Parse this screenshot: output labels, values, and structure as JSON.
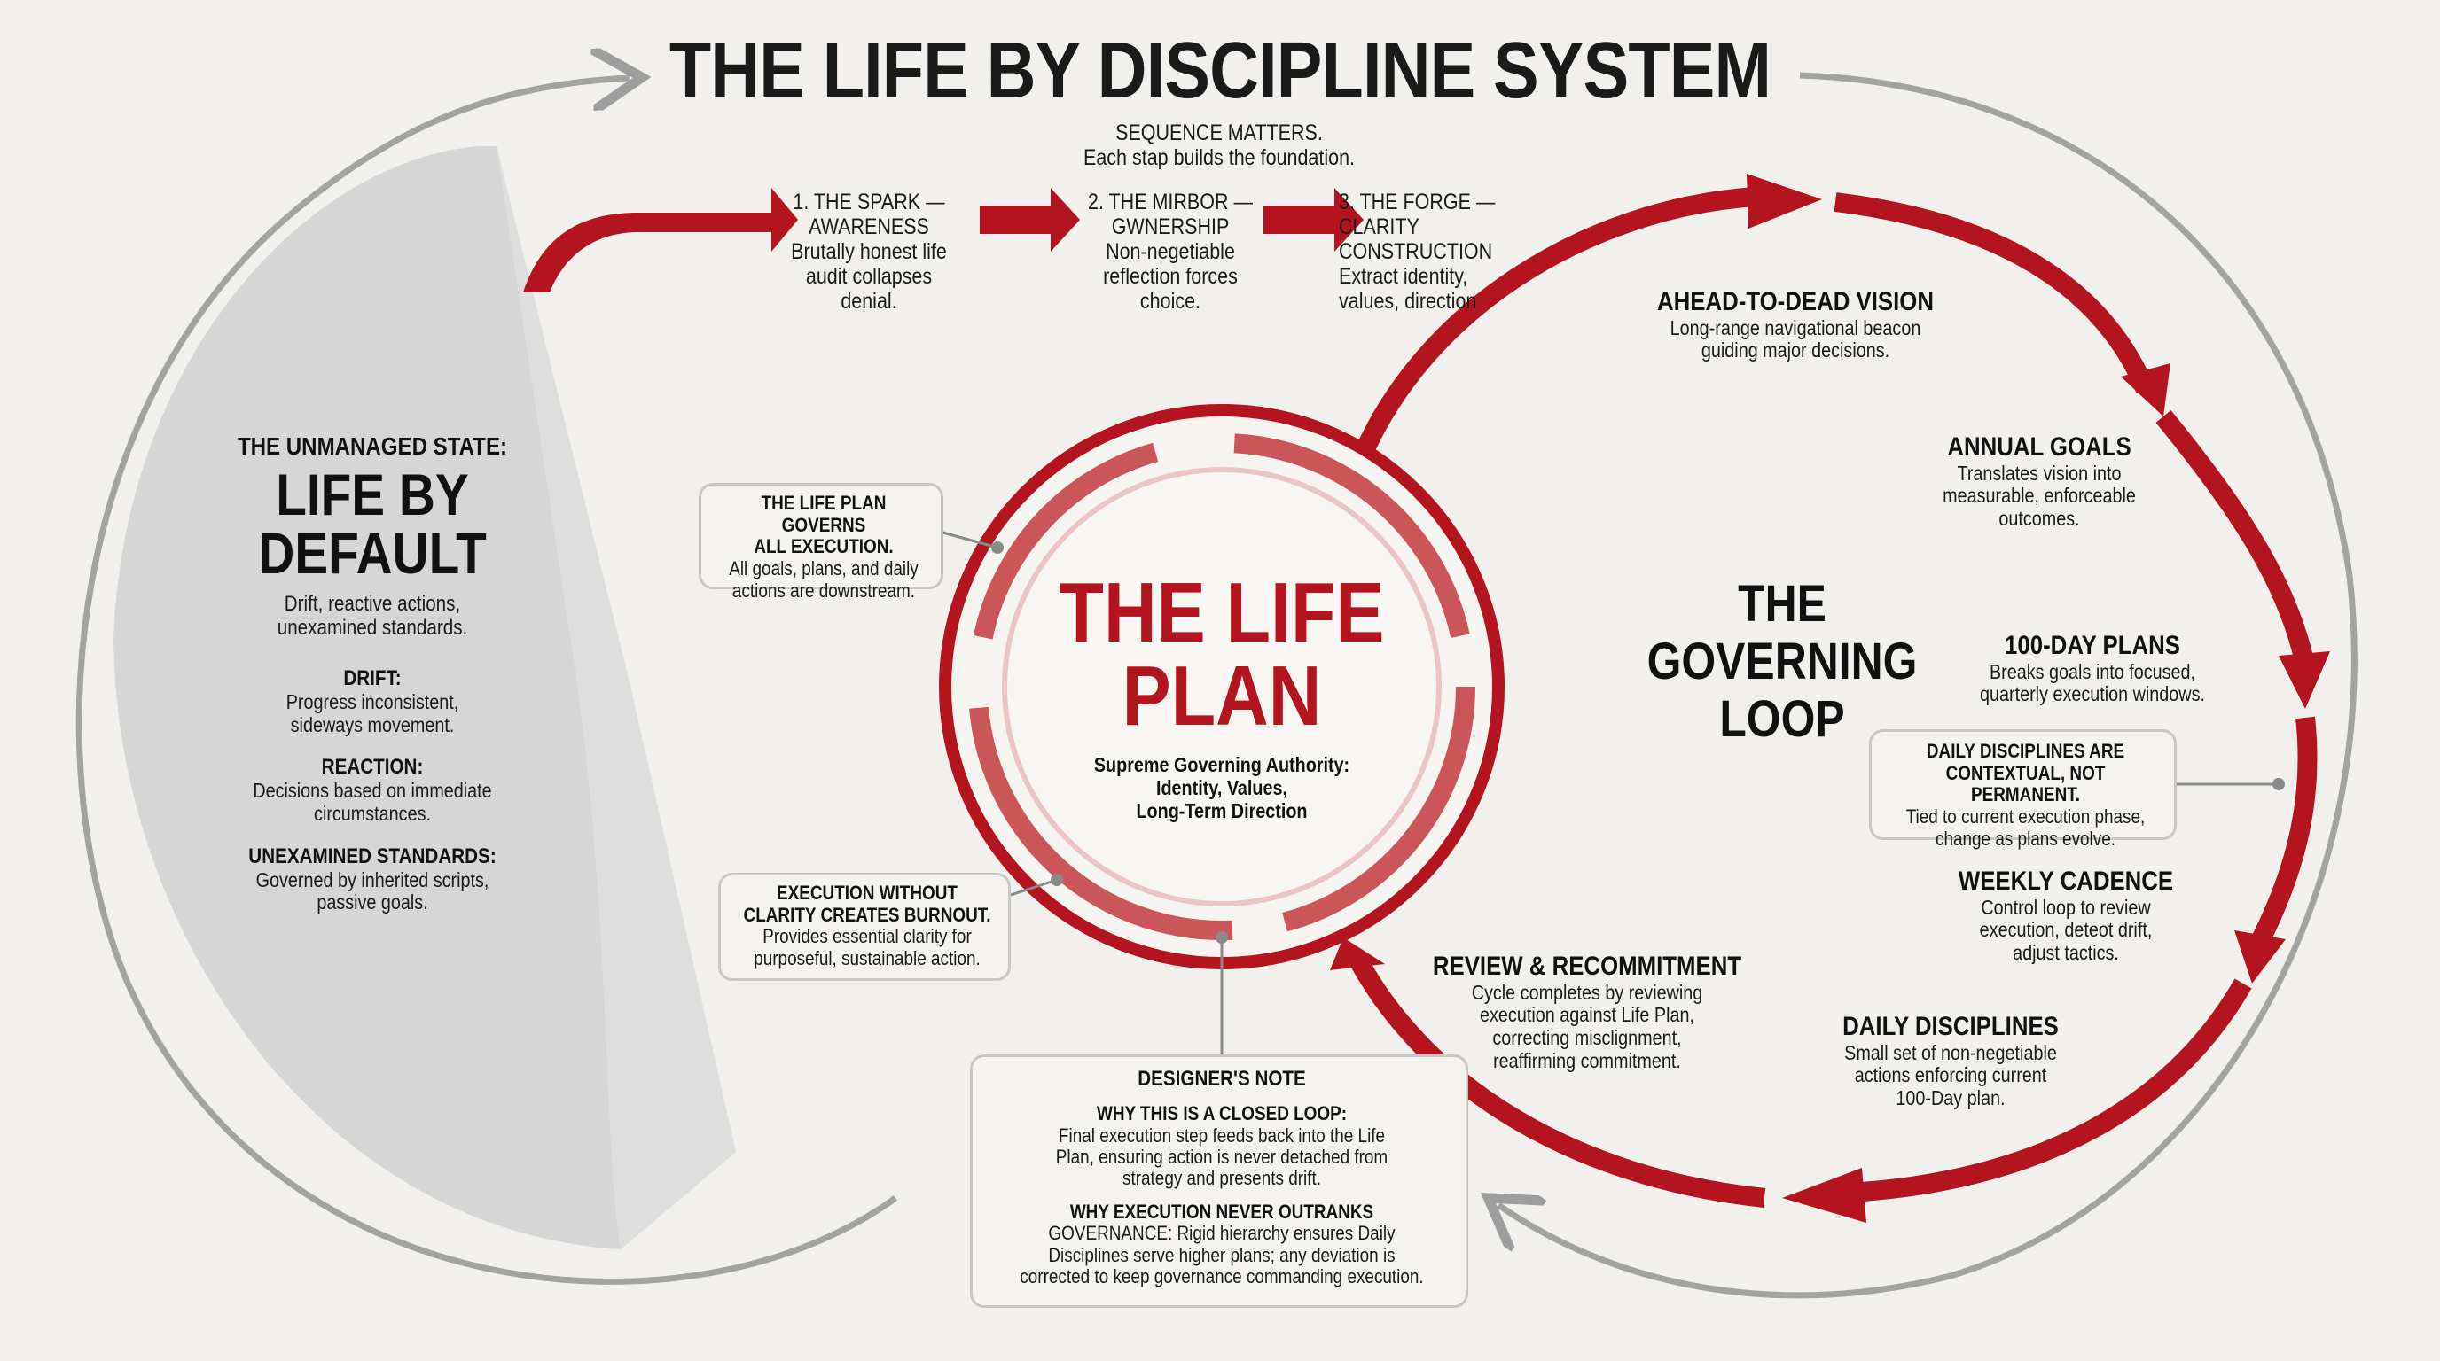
{
  "title": "THE LIFE BY DISCIPLINE SYSTEM",
  "sequence": {
    "heading": "SEQUENCE MATTERS.",
    "subheading": "Each stap builds the foundation.",
    "steps": [
      {
        "title": "1. THE SPARK —",
        "title2": "AWARENESS",
        "body": "Brutally honest life",
        "body2": "audit collapses denial."
      },
      {
        "title": "2. THE MIRBOR —",
        "title2": "GWNERSHIP",
        "body": "Non-negetiable",
        "body2": "reflection forces choice."
      },
      {
        "title": "3. THE FORGE —",
        "title2": "CLARITY CONSTRUCTION",
        "body": "Extract identity,",
        "body2": "values, direction"
      }
    ]
  },
  "unmanaged": {
    "label": "THE UNMANAGED STATE:",
    "title_line1": "LIFE BY",
    "title_line2": "DEFAULT",
    "desc_line1": "Drift, reactive actions,",
    "desc_line2": "unexamined standards.",
    "items": [
      {
        "title": "DRIFT:",
        "l1": "Progress inconsistent,",
        "l2": "sideways movement."
      },
      {
        "title": "REACTION:",
        "l1": "Decisions based on immediate",
        "l2": "circumstances."
      },
      {
        "title": "UNEXAMINED STANDARDS:",
        "l1": "Governed by inherited scripts,",
        "l2": "passive goals."
      }
    ]
  },
  "life_plan": {
    "title_line1": "THE LIFE",
    "title_line2": "PLAN",
    "sub_line1": "Supreme Governing Authority:",
    "sub_line2": "Identity, Values,",
    "sub_line3": "Long-Term Direction"
  },
  "callouts": {
    "governs": {
      "l1": "THE LIFE PLAN GOVERNS",
      "l2": "ALL EXECUTION.",
      "l3": "All goals, plans, and daily",
      "l4": "actions are downstream."
    },
    "burnout": {
      "l1": "EXECUTION WITHOUT",
      "l2": "CLARITY CREATES BURNOUT.",
      "l3": "Provides essential clarity for",
      "l4": "purposeful, sustainable action."
    },
    "daily": {
      "l1": "DAILY DISCIPLINES ARE",
      "l2": "CONTEXTUAL, NOT PERMANENT.",
      "l3": "Tied to current execution phase,",
      "l4": "change as plans evolve."
    }
  },
  "loop": {
    "title_line1": "THE",
    "title_line2": "GOVERNING",
    "title_line3": "LOOP",
    "stages": [
      {
        "title": "AHEAD-TO-DEAD VISION",
        "l1": "Long-range navigational beacon",
        "l2": "guiding major decisions.",
        "l3": ""
      },
      {
        "title": "ANNUAL GOALS",
        "l1": "Translates vision into",
        "l2": "measurable, enforceable",
        "l3": "outcomes."
      },
      {
        "title": "100-DAY PLANS",
        "l1": "Breaks goals into focused,",
        "l2": "quarterly execution windows.",
        "l3": ""
      },
      {
        "title": "WEEKLY CADENCE",
        "l1": "Control loop to review",
        "l2": "execution, deteot drift,",
        "l3": "adjust tactics."
      },
      {
        "title": "DAILY DISCIPLINES",
        "l1": "Small set of non-negetiable",
        "l2": "actions enforcing current",
        "l3": "100-Day plan."
      },
      {
        "title": "REVIEW & RECOMMITMENT",
        "l1": "Cycle completes by reviewing",
        "l2": "execution against Life Plan,",
        "l3": "correcting misclignment,",
        "l4": "reaffirming commitment."
      }
    ]
  },
  "designer_note": {
    "heading": "DESIGNER'S NOTE",
    "q1_title": "WHY THIS IS A CLOSED LOOP:",
    "q1_l1": "Final execution step feeds back into the Life",
    "q1_l2": "Plan, ensuring action is never detached from",
    "q1_l3": "strategy and presents drift.",
    "q2_title": "WHY EXECUTION NEVER OUTRANKS",
    "q2_l1": "GOVERNANCE: Rigid hierarchy ensures Daily",
    "q2_l2": "Disciplines serve higher plans; any deviation is",
    "q2_l3": "corrected to keep governance commanding execution."
  },
  "colors": {
    "red": "#b3141e",
    "gray_arrow": "#9e9e9e",
    "shade": "#d6d6d6",
    "background": "#f1f0ed"
  }
}
